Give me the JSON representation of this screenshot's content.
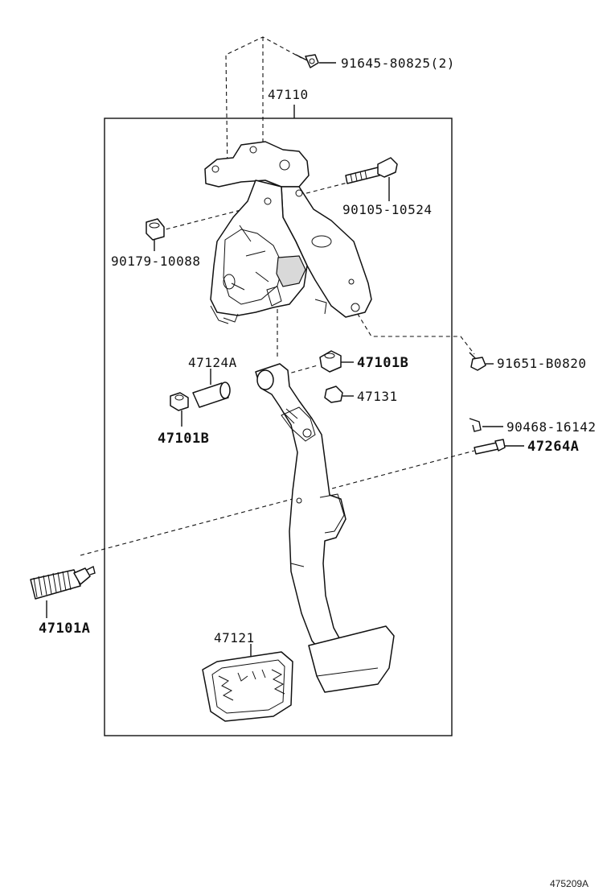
{
  "labels": {
    "p91645": "91645-80825(2)",
    "p47110": "47110",
    "p90105": "90105-10524",
    "p90179": "90179-10088",
    "p91651": "91651-B0820",
    "p47124A": "47124A",
    "p47101B_top": "47101B",
    "p47131": "47131",
    "p47101B_left": "47101B",
    "p90468": "90468-16142",
    "p47264A": "47264A",
    "p47101A": "47101A",
    "p47121": "47121"
  },
  "figure_ref": "475209A"
}
